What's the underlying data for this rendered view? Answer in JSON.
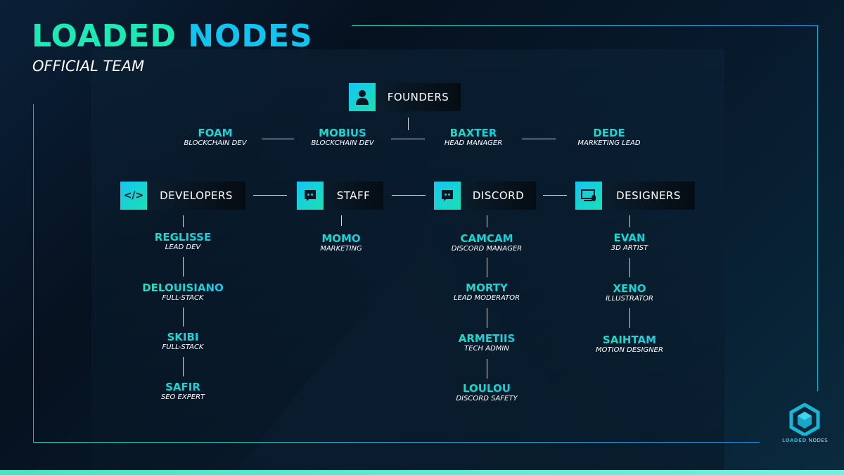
{
  "header": {
    "title_a": "LOADED",
    "title_b": "NODES",
    "subtitle": "OFFICIAL TEAM"
  },
  "founders": {
    "label": "FOUNDERS",
    "icon": "user-icon",
    "members": [
      {
        "name": "FOAM",
        "role": "BLOCKCHAIN DEV"
      },
      {
        "name": "MOBIUS",
        "role": "BLOCKCHAIN DEV"
      },
      {
        "name": "BAXTER",
        "role": "HEAD MANAGER"
      },
      {
        "name": "DEDE",
        "role": "MARKETING LEAD"
      }
    ]
  },
  "groups": [
    {
      "label": "DEVELOPERS",
      "icon": "code-icon",
      "icon_text": "</>",
      "members": [
        {
          "name": "REGLISSE",
          "role": "LEAD DEV"
        },
        {
          "name": "DELOUISIANO",
          "role": "FULL-STACK"
        },
        {
          "name": "SKIBI",
          "role": "FULL-STACK"
        },
        {
          "name": "SAFIR",
          "role": "SEO EXPERT"
        }
      ]
    },
    {
      "label": "STAFF",
      "icon": "discord-icon",
      "members": [
        {
          "name": "MOMO",
          "role": "MARKETING"
        }
      ]
    },
    {
      "label": "DISCORD",
      "icon": "discord-icon",
      "members": [
        {
          "name": "CAMCAM",
          "role": "DISCORD MANAGER"
        },
        {
          "name": "MORTY",
          "role": "LEAD MODERATOR"
        },
        {
          "name": "ARMETIIS",
          "role": "TECH ADMIN"
        },
        {
          "name": "LOULOU",
          "role": "DISCORD SAFETY"
        }
      ]
    },
    {
      "label": "DESIGNERS",
      "icon": "design-monitor-icon",
      "members": [
        {
          "name": "EVAN",
          "role": "3D ARTIST"
        },
        {
          "name": "XENO",
          "role": "ILLUSTRATOR"
        },
        {
          "name": "SAIHTAM",
          "role": "MOTION DESIGNER"
        }
      ]
    }
  ],
  "logo": {
    "text_a": "LOADED",
    "text_b": "NODES"
  },
  "colors": {
    "green": "#1de9b6",
    "blue": "#12c3f0"
  }
}
